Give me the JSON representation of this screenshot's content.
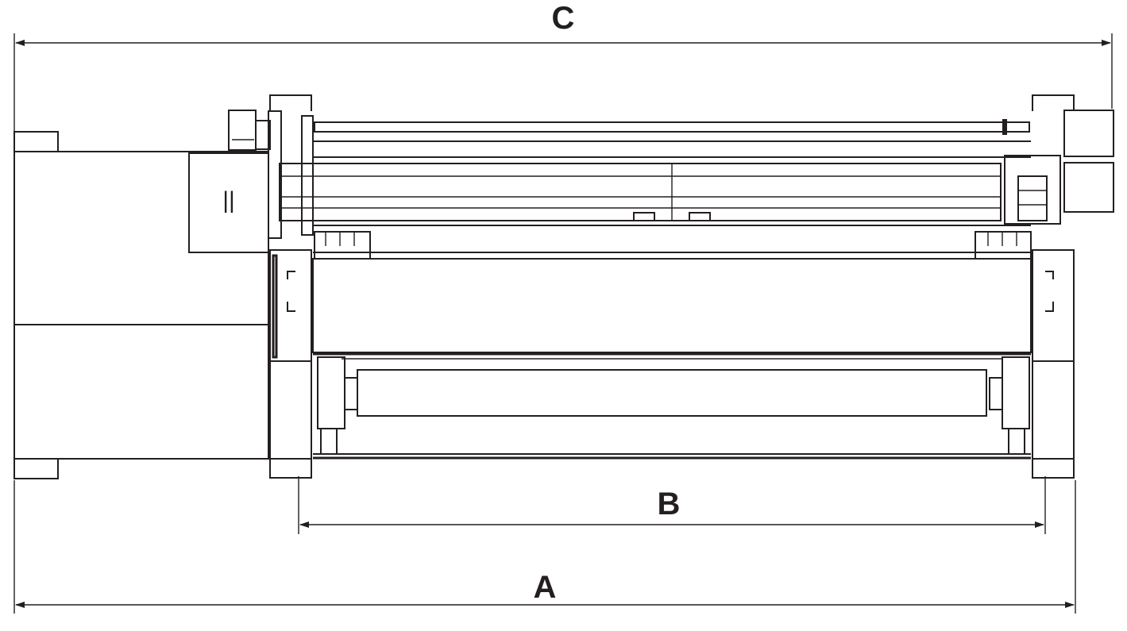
{
  "diagram": {
    "type": "technical-front-view",
    "line_color": "#231f20",
    "background": "#ffffff",
    "dimensions": [
      {
        "id": "C",
        "label": "C"
      },
      {
        "id": "B",
        "label": "B"
      },
      {
        "id": "A",
        "label": "A"
      }
    ],
    "panel_marker": "||"
  }
}
